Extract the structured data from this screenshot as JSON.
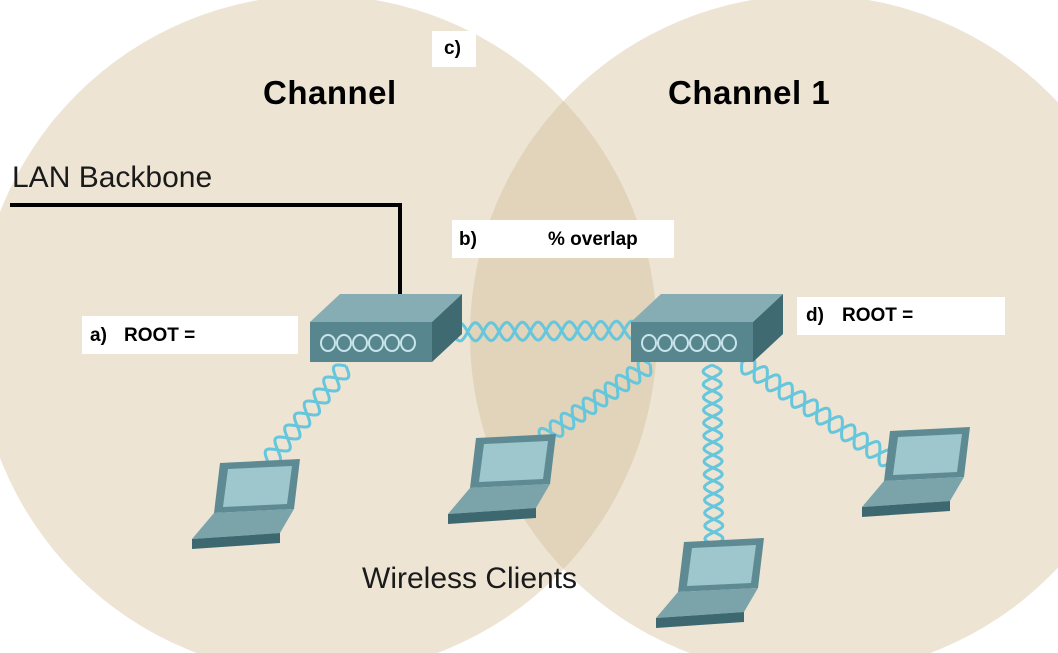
{
  "labels": {
    "channel_left": "Channel",
    "channel_right": "Channel 1",
    "backbone": "LAN Backbone",
    "clients": "Wireless Clients"
  },
  "callouts": {
    "a_letter": "a)",
    "a_text": "ROOT =",
    "b_letter": "b)",
    "b_text": "% overlap",
    "c_letter": "c)",
    "d_letter": "d)",
    "d_text": "ROOT ="
  },
  "colors": {
    "cell_fill": "#ede4d4",
    "overlap_fill": "#e2d5bd",
    "device_top": "#6f9aa2",
    "device_front": "#4d7c86",
    "signal_wave": "#66c6dc",
    "backbone_line": "#000000"
  },
  "icons": [
    "access-point-icon",
    "laptop-icon",
    "wireless-link-icon"
  ]
}
